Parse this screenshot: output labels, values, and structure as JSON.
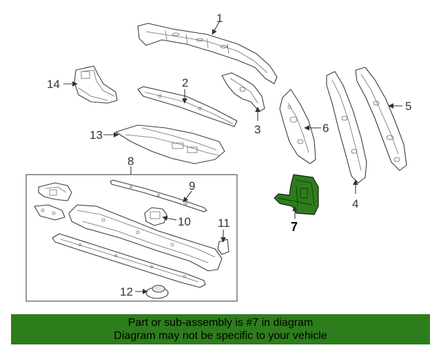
{
  "diagram": {
    "callouts": [
      "1",
      "2",
      "3",
      "4",
      "5",
      "6",
      "7",
      "8",
      "9",
      "10",
      "11",
      "12",
      "13",
      "14"
    ],
    "highlighted_part": "7",
    "highlight_color": "#2e7d1c"
  },
  "banner": {
    "line1": "Part or sub-assembly is #7 in diagram",
    "line2": "Diagram may not be specific to your vehicle",
    "background": "#2e7d1c"
  }
}
